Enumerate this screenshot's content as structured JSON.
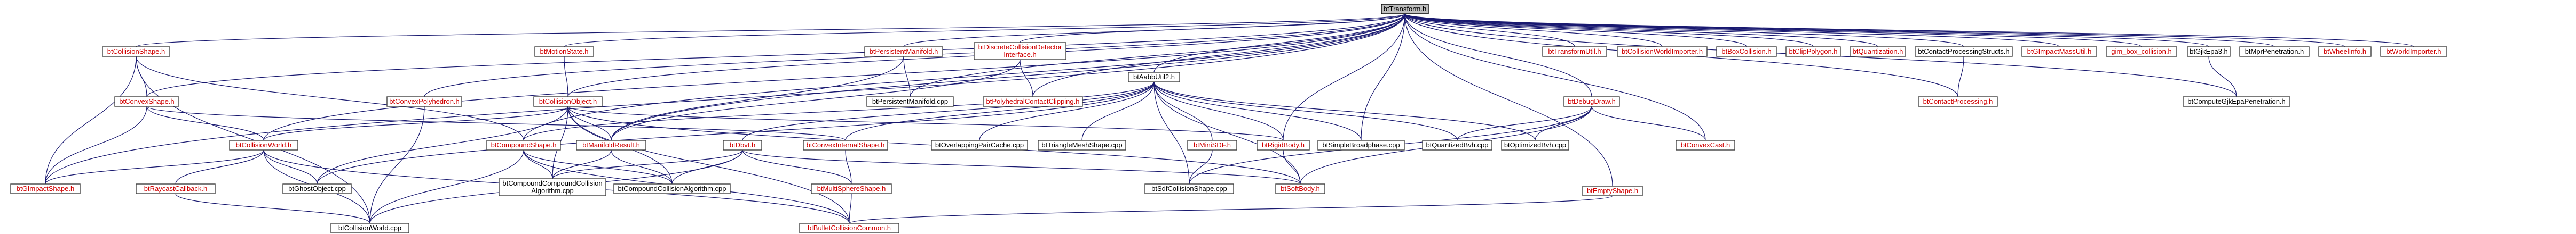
{
  "nodes": {
    "root": {
      "label": "btTransform.h",
      "style": "root"
    },
    "collisionShape": {
      "label": "btCollisionShape.h",
      "style": "red"
    },
    "motionState": {
      "label": "btMotionState.h",
      "style": "red"
    },
    "persistentManifold": {
      "label": "btPersistentManifold.h",
      "style": "red"
    },
    "discreteCollisionDetector": {
      "label": "btDiscreteCollisionDetector Interface.h",
      "style": "red"
    },
    "aabbUtil2": {
      "label": "btAabbUtil2.h",
      "style": "black"
    },
    "transformUtil": {
      "label": "btTransformUtil.h",
      "style": "red"
    },
    "collisionWorldImporter": {
      "label": "btCollisionWorldImporter.h",
      "style": "red"
    },
    "boxCollision": {
      "label": "btBoxCollision.h",
      "style": "red"
    },
    "clipPolygon": {
      "label": "btClipPolygon.h",
      "style": "red"
    },
    "quantization": {
      "label": "btQuantization.h",
      "style": "red"
    },
    "contactProcessingStructs": {
      "label": "btContactProcessingStructs.h",
      "style": "black"
    },
    "gimpactMassUtil": {
      "label": "btGImpactMassUtil.h",
      "style": "red"
    },
    "gimBoxCollision": {
      "label": "gim_box_collision.h",
      "style": "red"
    },
    "gjkEpa3": {
      "label": "btGjkEpa3.h",
      "style": "black"
    },
    "mprPenetration": {
      "label": "btMprPenetration.h",
      "style": "black"
    },
    "wheelInfo": {
      "label": "btWheelInfo.h",
      "style": "red"
    },
    "worldImporter": {
      "label": "btWorldImporter.h",
      "style": "red"
    },
    "convexShape": {
      "label": "btConvexShape.h",
      "style": "red"
    },
    "convexPolyhedron": {
      "label": "btConvexPolyhedron.h",
      "style": "red"
    },
    "collisionObject": {
      "label": "btCollisionObject.h",
      "style": "red"
    },
    "persistentManifoldCpp": {
      "label": "btPersistentManifold.cpp",
      "style": "black"
    },
    "polyhedralContactClipping": {
      "label": "btPolyhedralContactClipping.h",
      "style": "red"
    },
    "debugDraw": {
      "label": "btDebugDraw.h",
      "style": "red"
    },
    "contactProcessing": {
      "label": "btContactProcessing.h",
      "style": "red"
    },
    "computeGjkEpa": {
      "label": "btComputeGjkEpaPenetration.h",
      "style": "black"
    },
    "collisionWorld": {
      "label": "btCollisionWorld.h",
      "style": "red"
    },
    "compoundShape": {
      "label": "btCompoundShape.h",
      "style": "red"
    },
    "manifoldResult": {
      "label": "btManifoldResult.h",
      "style": "red"
    },
    "dbvt": {
      "label": "btDbvt.h",
      "style": "red"
    },
    "convexInternalShape": {
      "label": "btConvexInternalShape.h",
      "style": "red"
    },
    "overlappingPairCache": {
      "label": "btOverlappingPairCache.cpp",
      "style": "black"
    },
    "triangleMeshShape": {
      "label": "btTriangleMeshShape.cpp",
      "style": "black"
    },
    "miniSdf": {
      "label": "btMiniSDF.h",
      "style": "red"
    },
    "rigidBody": {
      "label": "btRigidBody.h",
      "style": "red"
    },
    "simpleBroadphase": {
      "label": "btSimpleBroadphase.cpp",
      "style": "black"
    },
    "quantizedBvh": {
      "label": "btQuantizedBvh.cpp",
      "style": "black"
    },
    "optimizedBvh": {
      "label": "btOptimizedBvh.cpp",
      "style": "black"
    },
    "convexCast": {
      "label": "btConvexCast.h",
      "style": "red"
    },
    "emptyShape": {
      "label": "btEmptyShape.h",
      "style": "red"
    },
    "gimpactShape": {
      "label": "btGImpactShape.h",
      "style": "red"
    },
    "raycastCallback": {
      "label": "btRaycastCallback.h",
      "style": "red"
    },
    "ghostObject": {
      "label": "btGhostObject.cpp",
      "style": "black"
    },
    "compoundCompoundAlgo": {
      "label": "btCompoundCompoundCollision Algorithm.cpp",
      "style": "black"
    },
    "compoundCollisionAlgo": {
      "label": "btCompoundCollisionAlgorithm.cpp",
      "style": "black"
    },
    "multiSphereShape": {
      "label": "btMultiSphereShape.h",
      "style": "red"
    },
    "sdfCollisionShape": {
      "label": "btSdfCollisionShape.cpp",
      "style": "black"
    },
    "softBody": {
      "label": "btSoftBody.h",
      "style": "red"
    },
    "collisionWorldCpp": {
      "label": "btCollisionWorld.cpp",
      "style": "black"
    },
    "bulletCollisionCommon": {
      "label": "btBulletCollisionCommon.h",
      "style": "red"
    }
  },
  "edges": [
    [
      "root",
      "collisionShape"
    ],
    [
      "root",
      "motionState"
    ],
    [
      "root",
      "persistentManifold"
    ],
    [
      "root",
      "discreteCollisionDetector"
    ],
    [
      "root",
      "aabbUtil2"
    ],
    [
      "root",
      "transformUtil"
    ],
    [
      "root",
      "collisionWorldImporter"
    ],
    [
      "root",
      "boxCollision"
    ],
    [
      "root",
      "clipPolygon"
    ],
    [
      "root",
      "quantization"
    ],
    [
      "root",
      "contactProcessingStructs"
    ],
    [
      "root",
      "gimpactMassUtil"
    ],
    [
      "root",
      "gimBoxCollision"
    ],
    [
      "root",
      "gjkEpa3"
    ],
    [
      "root",
      "mprPenetration"
    ],
    [
      "root",
      "wheelInfo"
    ],
    [
      "root",
      "worldImporter"
    ],
    [
      "root",
      "convexShape"
    ],
    [
      "root",
      "convexPolyhedron"
    ],
    [
      "root",
      "collisionObject"
    ],
    [
      "root",
      "persistentManifoldCpp"
    ],
    [
      "root",
      "polyhedralContactClipping"
    ],
    [
      "root",
      "debugDraw"
    ],
    [
      "root",
      "contactProcessing"
    ],
    [
      "root",
      "computeGjkEpa"
    ],
    [
      "root",
      "emptyShape"
    ],
    [
      "root",
      "gimpactShape"
    ],
    [
      "root",
      "simpleBroadphase"
    ],
    [
      "root",
      "convexCast"
    ],
    [
      "root",
      "collisionWorld"
    ],
    [
      "root",
      "compoundShape"
    ],
    [
      "root",
      "manifoldResult"
    ],
    [
      "root",
      "rigidBody"
    ],
    [
      "collisionShape",
      "convexShape"
    ],
    [
      "collisionShape",
      "gimpactShape"
    ],
    [
      "collisionShape",
      "compoundShape"
    ],
    [
      "collisionShape",
      "collisionWorldCpp"
    ],
    [
      "convexShape",
      "collisionWorld"
    ],
    [
      "convexShape",
      "gimpactShape"
    ],
    [
      "convexShape",
      "convexInternalShape"
    ],
    [
      "motionState",
      "collisionObject"
    ],
    [
      "persistentManifold",
      "persistentManifoldCpp"
    ],
    [
      "persistentManifold",
      "manifoldResult"
    ],
    [
      "discreteCollisionDetector",
      "polyhedralContactClipping"
    ],
    [
      "discreteCollisionDetector",
      "manifoldResult"
    ],
    [
      "aabbUtil2",
      "dbvt"
    ],
    [
      "aabbUtil2",
      "convexInternalShape"
    ],
    [
      "aabbUtil2",
      "overlappingPairCache"
    ],
    [
      "aabbUtil2",
      "triangleMeshShape"
    ],
    [
      "aabbUtil2",
      "miniSdf"
    ],
    [
      "aabbUtil2",
      "rigidBody"
    ],
    [
      "aabbUtil2",
      "simpleBroadphase"
    ],
    [
      "aabbUtil2",
      "quantizedBvh"
    ],
    [
      "aabbUtil2",
      "optimizedBvh"
    ],
    [
      "aabbUtil2",
      "compoundShape"
    ],
    [
      "aabbUtil2",
      "sdfCollisionShape"
    ],
    [
      "aabbUtil2",
      "softBody"
    ],
    [
      "aabbUtil2",
      "ghostObject"
    ],
    [
      "collisionObject",
      "collisionWorld"
    ],
    [
      "collisionObject",
      "manifoldResult"
    ],
    [
      "collisionObject",
      "rigidBody"
    ],
    [
      "collisionObject",
      "compoundCompoundAlgo"
    ],
    [
      "collisionObject",
      "compoundCollisionAlgo"
    ],
    [
      "collisionObject",
      "ghostObject"
    ],
    [
      "collisionObject",
      "softBody"
    ],
    [
      "collisionObject",
      "bulletCollisionCommon"
    ],
    [
      "convexPolyhedron",
      "collisionWorldCpp"
    ],
    [
      "debugDraw",
      "quantizedBvh"
    ],
    [
      "debugDraw",
      "optimizedBvh"
    ],
    [
      "debugDraw",
      "convexCast"
    ],
    [
      "debugDraw",
      "sdfCollisionShape"
    ],
    [
      "debugDraw",
      "softBody"
    ],
    [
      "contactProcessingStructs",
      "contactProcessing"
    ],
    [
      "gjkEpa3",
      "computeGjkEpa"
    ],
    [
      "collisionWorld",
      "raycastCallback"
    ],
    [
      "collisionWorld",
      "gimpactShape"
    ],
    [
      "collisionWorld",
      "ghostObject"
    ],
    [
      "collisionWorld",
      "collisionWorldCpp"
    ],
    [
      "collisionWorld",
      "bulletCollisionCommon"
    ],
    [
      "compoundShape",
      "compoundCompoundAlgo"
    ],
    [
      "compoundShape",
      "compoundCollisionAlgo"
    ],
    [
      "compoundShape",
      "collisionWorldCpp"
    ],
    [
      "compoundShape",
      "bulletCollisionCommon"
    ],
    [
      "manifoldResult",
      "compoundCollisionAlgo"
    ],
    [
      "manifoldResult",
      "compoundCompoundAlgo"
    ],
    [
      "dbvt",
      "compoundCompoundAlgo"
    ],
    [
      "dbvt",
      "compoundCollisionAlgo"
    ],
    [
      "dbvt",
      "collisionWorldCpp"
    ],
    [
      "dbvt",
      "multiSphereShape"
    ],
    [
      "dbvt",
      "softBody"
    ],
    [
      "convexInternalShape",
      "multiSphereShape"
    ],
    [
      "miniSdf",
      "sdfCollisionShape"
    ],
    [
      "rigidBody",
      "softBody"
    ],
    [
      "multiSphereShape",
      "bulletCollisionCommon"
    ],
    [
      "raycastCallback",
      "collisionWorldCpp"
    ],
    [
      "emptyShape",
      "bulletCollisionCommon"
    ]
  ]
}
